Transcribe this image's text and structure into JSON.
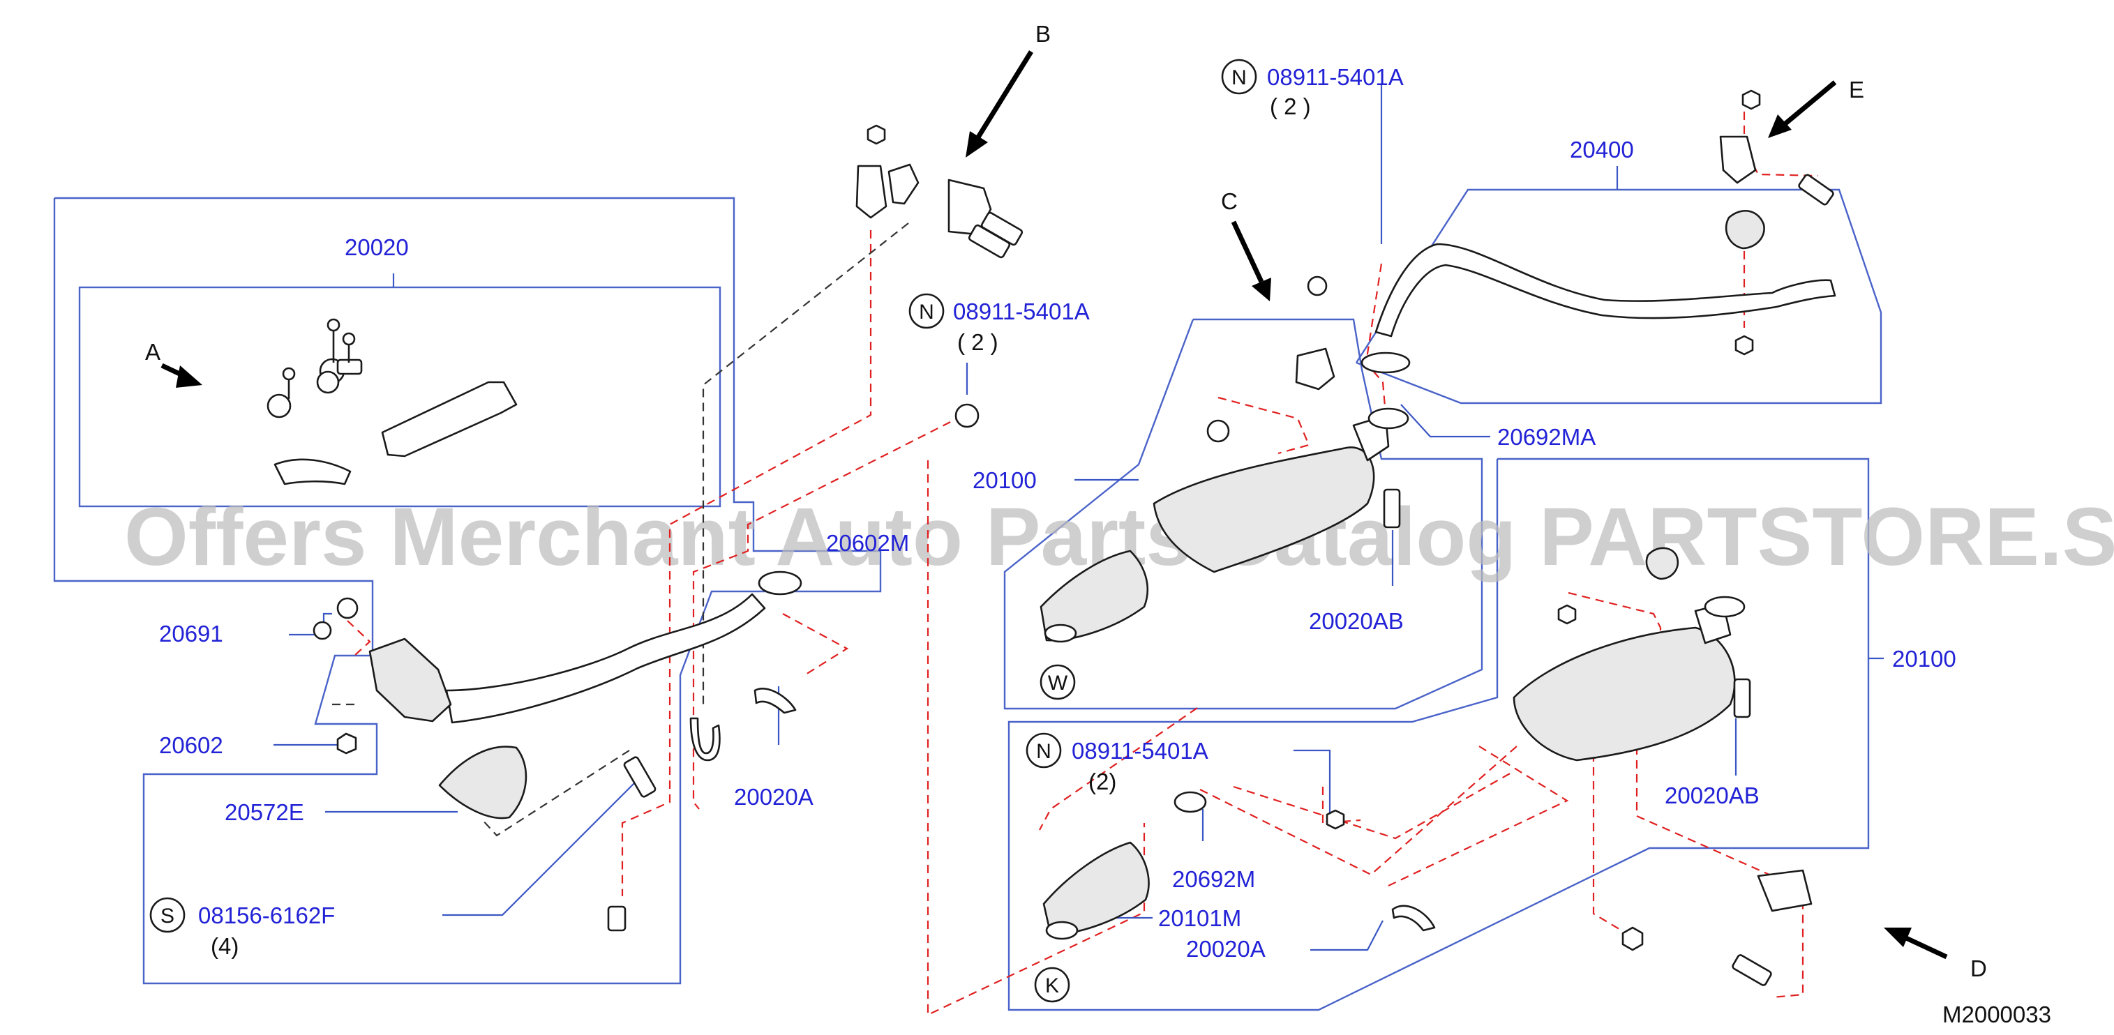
{
  "labels": {
    "p20020": "20020",
    "p20691": "20691",
    "p20602": "20602",
    "p20572E": "20572E",
    "p08156": "08156-6162F",
    "p08156_qty": "(4)",
    "p20602M": "20602M",
    "p20020A_left": "20020A",
    "p08911_top": "08911-5401A",
    "p08911_top_qty": "( 2 )",
    "p08911_upper": "08911-5401A",
    "p08911_upper_qty": "( 2 )",
    "p20100_left": "20100",
    "p20020AB_left": "20020AB",
    "p20400": "20400",
    "p20692MA": "20692MA",
    "p20100_right": "20100",
    "p20020AB_right": "20020AB",
    "p08911_lower": "08911-5401A",
    "p08911_lower_qty": "(2)",
    "p20692M": "20692M",
    "p20101M": "20101M",
    "p20020A_lower": "20020A",
    "diagram_id": "M2000033"
  },
  "views": {
    "A": "A",
    "B": "B",
    "C": "C",
    "D": "D",
    "E": "E"
  },
  "markers": {
    "N": "N",
    "S": "S",
    "W": "W",
    "K": "K"
  },
  "watermark": "Offers Merchant Auto Parts Catalog PARTSTORE.SA"
}
